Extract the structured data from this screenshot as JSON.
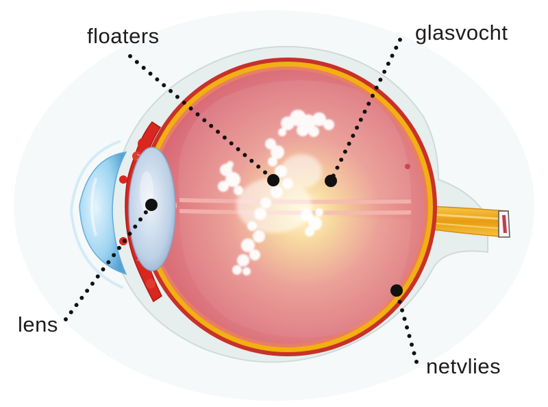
{
  "diagram": {
    "labels": {
      "floaters": "floaters",
      "glasvocht": "glasvocht",
      "lens": "lens",
      "netvlies": "netvlies"
    },
    "colors": {
      "sclera": "#e4ecec",
      "choroid": "#b52a1c",
      "retina": "#f2b011",
      "vitreous": "#d9697a",
      "cornea": "#7fc4ea",
      "lens": "#b9cfe6",
      "iris": "#d8261f",
      "optic_nerve": "#f1b320",
      "floaters": "#ffffff",
      "marker": "#111111"
    }
  }
}
